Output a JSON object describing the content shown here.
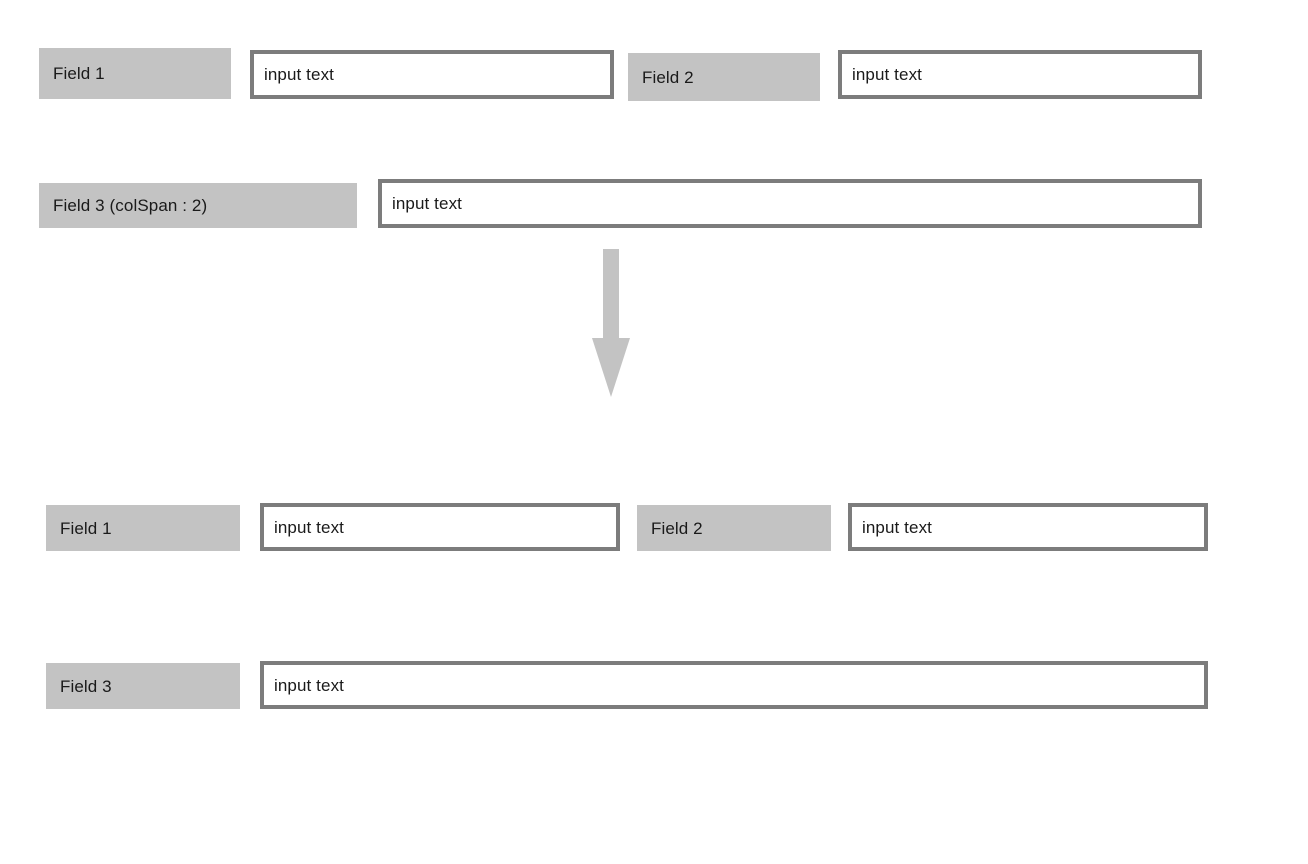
{
  "diagram": {
    "type": "form-layout-colspan-illustration",
    "background_color": "#ffffff",
    "label_background_color": "#c3c3c3",
    "input_border_color": "#7c7c7c",
    "input_background_color": "#ffffff",
    "text_color": "#1a1a1a",
    "arrow_color": "#c3c3c3"
  },
  "before": {
    "rows": [
      {
        "cells": [
          {
            "label": "Field 1",
            "value": "input text"
          },
          {
            "label": "Field 2",
            "value": "input text"
          }
        ]
      },
      {
        "cells": [
          {
            "label": "Field 3 (colSpan : 2)",
            "value": "input text"
          }
        ]
      }
    ]
  },
  "arrow": {
    "direction": "down",
    "icon": "arrow-down-icon"
  },
  "after": {
    "rows": [
      {
        "cells": [
          {
            "label": "Field 1",
            "value": "input text"
          },
          {
            "label": "Field 2",
            "value": "input text"
          }
        ]
      },
      {
        "cells": [
          {
            "label": "Field 3",
            "value": "input text"
          }
        ]
      }
    ]
  }
}
